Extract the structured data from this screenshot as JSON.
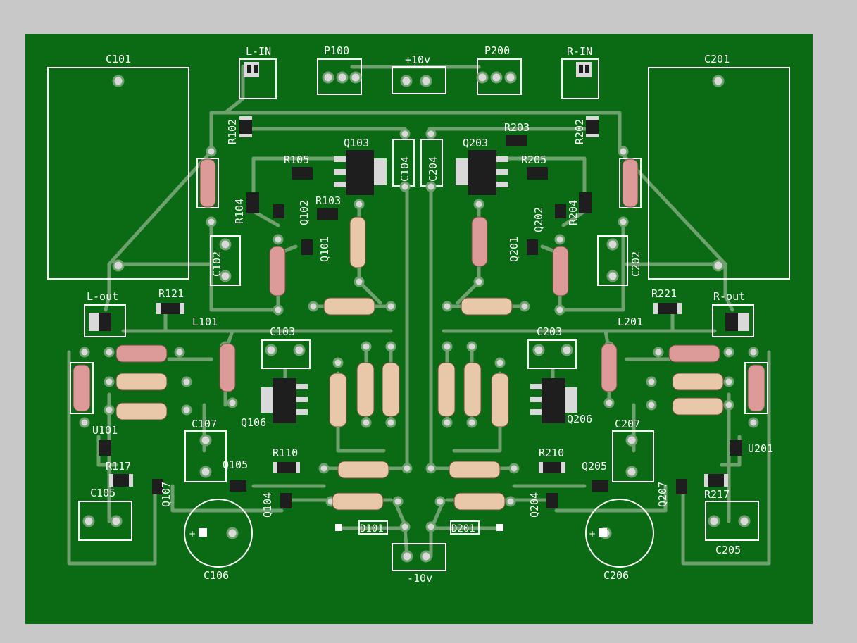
{
  "colors": {
    "board": "#0b6b14",
    "background": "#c8c8c8",
    "trace": "#6fa16f",
    "silk": "#ffffff",
    "pad": "#d9d9d9",
    "resistor_body": "#e8c8a8",
    "resistor_alt": "#dc9a98",
    "ic": "#1e1e1e"
  },
  "labels": {
    "c101": "C101",
    "c201": "C201",
    "l_in": "L-IN",
    "r_in": "R-IN",
    "p100": "P100",
    "p200": "P200",
    "plus10v": "+10v",
    "minus10v": "-10v",
    "r102": "R102",
    "r202": "R202",
    "r203": "R203",
    "r105": "R105",
    "r205": "R205",
    "q103": "Q103",
    "q203": "Q203",
    "c104": "C104",
    "c204": "C204",
    "r104": "R104",
    "r204": "R204",
    "q102": "Q102",
    "q202": "Q202",
    "r103": "R103",
    "q101": "Q101",
    "q201": "Q201",
    "c102": "C102",
    "c202": "C202",
    "r121": "R121",
    "r221": "R221",
    "l_out": "L-out",
    "r_out": "R-out",
    "l101": "L101",
    "l201": "L201",
    "c103": "C103",
    "c203": "C203",
    "q106": "Q106",
    "q206": "Q206",
    "u101": "U101",
    "u201": "U201",
    "c107": "C107",
    "c207": "C207",
    "r110": "R110",
    "r210": "R210",
    "r117": "R117",
    "r217": "R217",
    "q105": "Q105",
    "q205": "Q205",
    "c105": "C105",
    "c205": "C205",
    "q107": "Q107",
    "q207": "Q207",
    "q104": "Q104",
    "q204": "Q204",
    "d101": "D101",
    "d201": "D201",
    "c106": "C106",
    "c206": "C206"
  }
}
